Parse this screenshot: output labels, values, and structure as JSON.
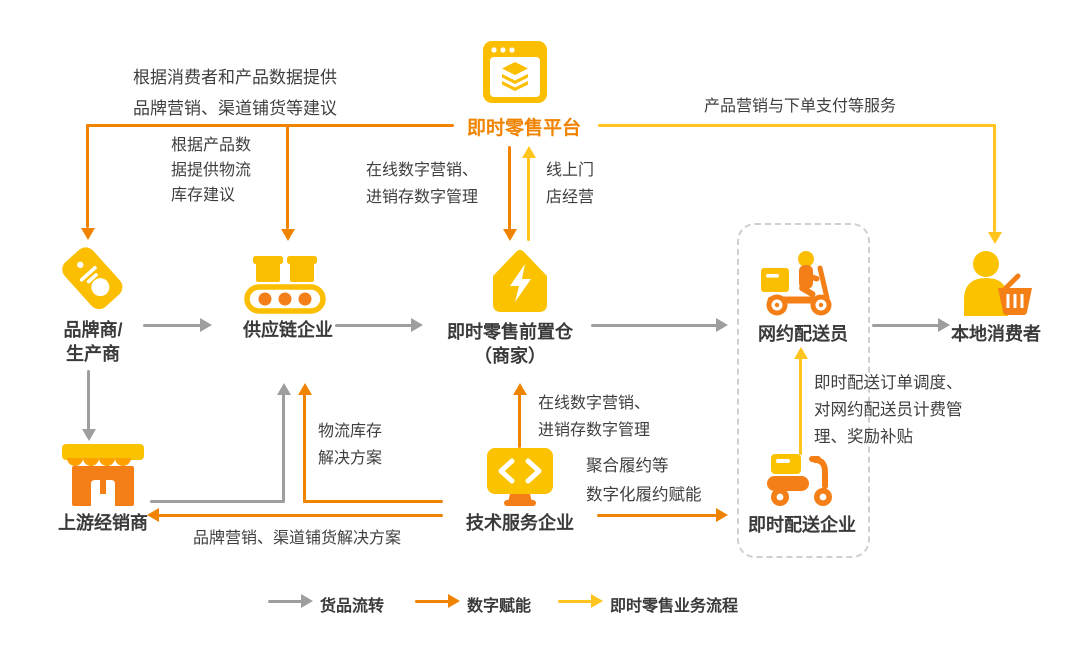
{
  "palette": {
    "orange": "#F08300",
    "yellow": "#FFC41D",
    "gray": "#9E9E9E",
    "gold": "#FBBE00",
    "deep_orange": "#F57F17",
    "text": "#3A3A3A"
  },
  "platform": {
    "label": "即时零售平台"
  },
  "nodes": {
    "brand": {
      "line1": "品牌商/",
      "line2": "生产商"
    },
    "supply": {
      "label": "供应链企业"
    },
    "warehouse": {
      "line1": "即时零售前置仓",
      "line2": "（商家）"
    },
    "rider": {
      "label": "网约配送员"
    },
    "consumer": {
      "label": "本地消费者"
    },
    "distributor": {
      "label": "上游经销商"
    },
    "tech": {
      "label": "技术服务企业"
    },
    "delivery": {
      "label": "即时配送企业"
    }
  },
  "edges": {
    "platform_to_brand": {
      "line1": "根据消费者和产品数据提供",
      "line2": "品牌营销、渠道铺货等建议"
    },
    "platform_to_supply": {
      "line1": "根据产品数",
      "line2": "据提供物流",
      "line3": "库存建议"
    },
    "platform_to_warehouse": {
      "line1": "在线数字营销、",
      "line2": "进销存数字管理"
    },
    "warehouse_to_platform": {
      "line1": "线上门",
      "line2": "店经营"
    },
    "platform_to_consumer": {
      "label": "产品营销与下单支付等服务"
    },
    "tech_to_warehouse": {
      "line1": "在线数字营销、",
      "line2": "进销存数字管理"
    },
    "tech_to_supply": {
      "line1": "物流库存",
      "line2": "解决方案"
    },
    "tech_to_distributor": {
      "label": "品牌营销、渠道铺货解决方案"
    },
    "tech_to_delivery": {
      "line1": "聚合履约等",
      "line2": "数字化履约赋能"
    },
    "delivery_to_rider": {
      "line1": "即时配送订单调度、",
      "line2": "对网约配送员计费管",
      "line3": "理、奖励补贴"
    }
  },
  "legend": {
    "goods_flow": "货品流转",
    "digital_empowerment": "数字赋能",
    "retail_process": "即时零售业务流程"
  }
}
